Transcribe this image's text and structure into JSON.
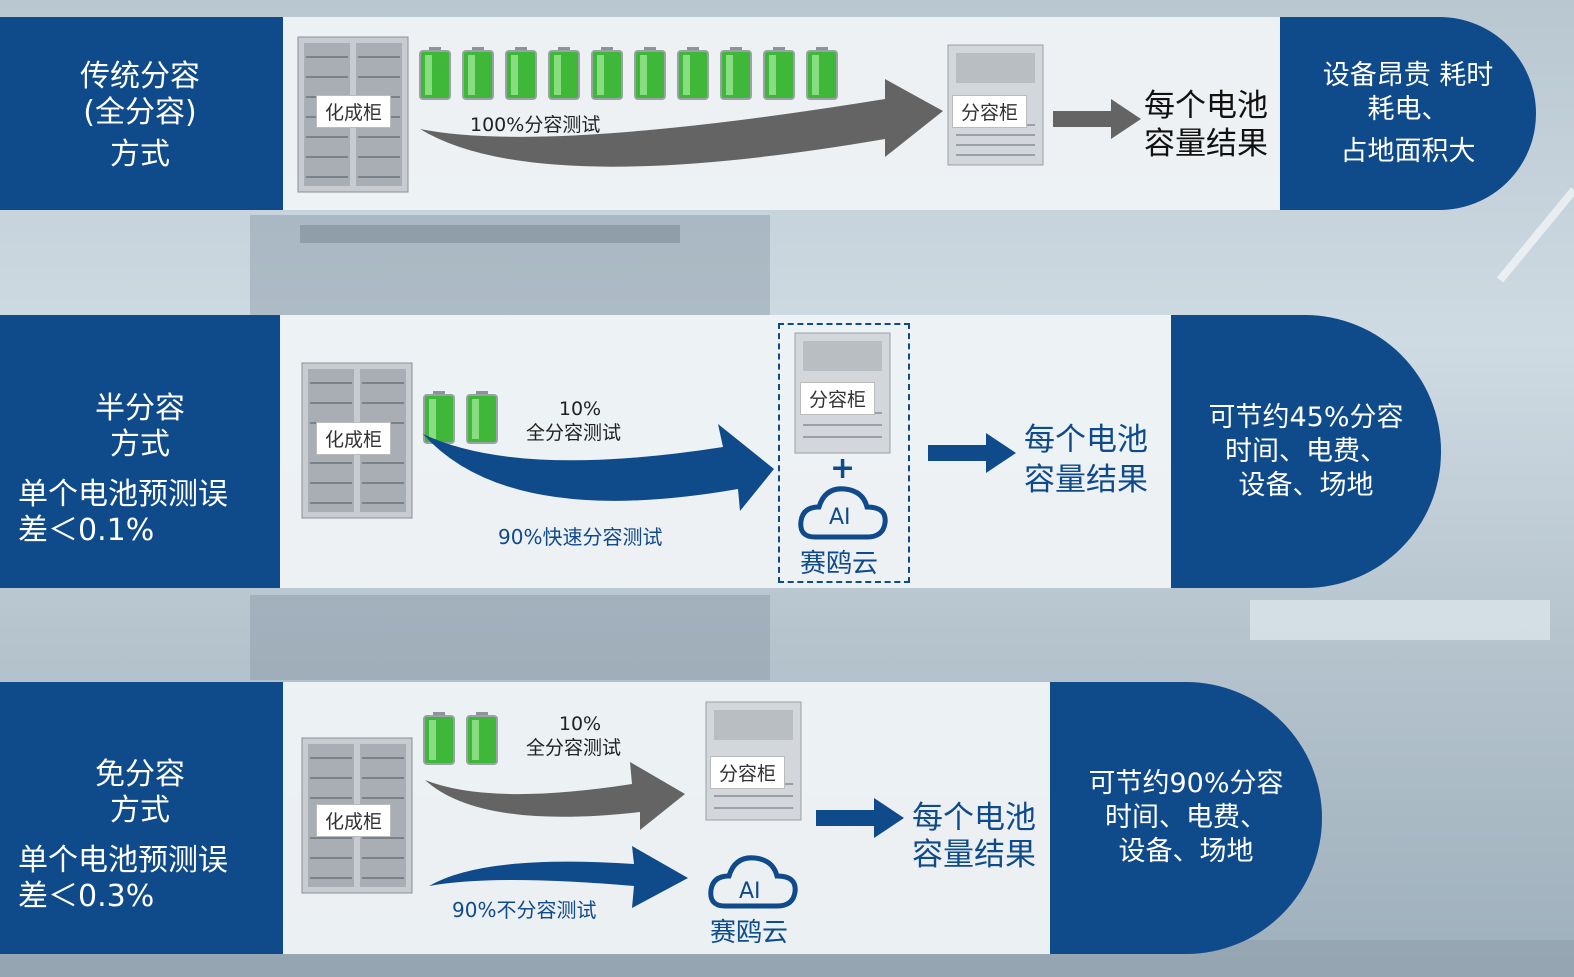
{
  "colors": {
    "primary": "#0f4a8a",
    "panel": "#eef2f5",
    "arrow_gray": "#646464",
    "battery_green": "#3fb83a"
  },
  "rows": [
    {
      "title_lines": [
        "传统分容",
        "(全分容)",
        "方式"
      ],
      "formation_label": "化成柜",
      "battery_count": 10,
      "test_label": "100%分容测试",
      "grading_label": "分容柜",
      "result_lines": [
        "每个电池",
        "容量结果"
      ],
      "outcome_lines": [
        "设备昂贵  耗时",
        "耗电、",
        "占地面积大"
      ]
    },
    {
      "title_lines": [
        "半分容",
        "方式"
      ],
      "error_lines": [
        "单个电池预测误",
        "差＜0.1%"
      ],
      "formation_label": "化成柜",
      "battery_count": 2,
      "test_lines": [
        "10%",
        "全分容测试"
      ],
      "fast_label": "90%快速分容测试",
      "grading_label": "分容柜",
      "plus": "+",
      "ai_label": "AI",
      "cloud_label": "赛鸥云",
      "result_lines": [
        "每个电池",
        "容量结果"
      ],
      "outcome_lines": [
        "可节约45%分容",
        "时间、电费、",
        "设备、场地"
      ]
    },
    {
      "title_lines": [
        "免分容",
        "方式"
      ],
      "error_lines": [
        "单个电池预测误",
        "差＜0.3%"
      ],
      "formation_label": "化成柜",
      "battery_count": 2,
      "test_lines": [
        "10%",
        "全分容测试"
      ],
      "fast_label": "90%不分容测试",
      "grading_label": "分容柜",
      "ai_label": "AI",
      "cloud_label": "赛鸥云",
      "result_lines": [
        "每个电池",
        "容量结果"
      ],
      "outcome_lines": [
        "可节约90%分容",
        "时间、电费、",
        "设备、场地"
      ]
    }
  ]
}
